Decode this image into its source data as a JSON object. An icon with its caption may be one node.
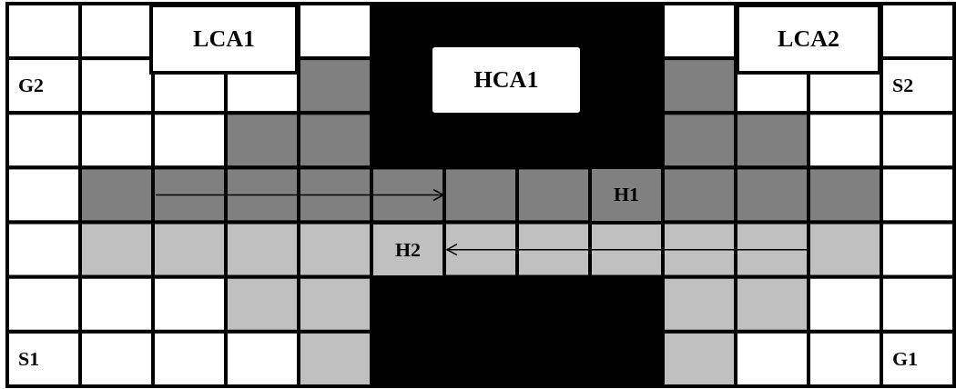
{
  "diagram": {
    "nodes": [
      {
        "text": [
          "LCA1"
        ]
      },
      {
        "text": [
          "LCA2"
        ]
      },
      {
        "text": [
          "G2"
        ]
      },
      {
        "text": [
          "HCA1"
        ]
      },
      {
        "text": [
          "S2"
        ]
      },
      {
        "text": [
          "H1"
        ]
      },
      {
        "text": [
          "H2"
        ]
      },
      {
        "text": [
          "S1"
        ]
      },
      {
        "text": [
          "G1"
        ]
      }
    ]
  }
}
